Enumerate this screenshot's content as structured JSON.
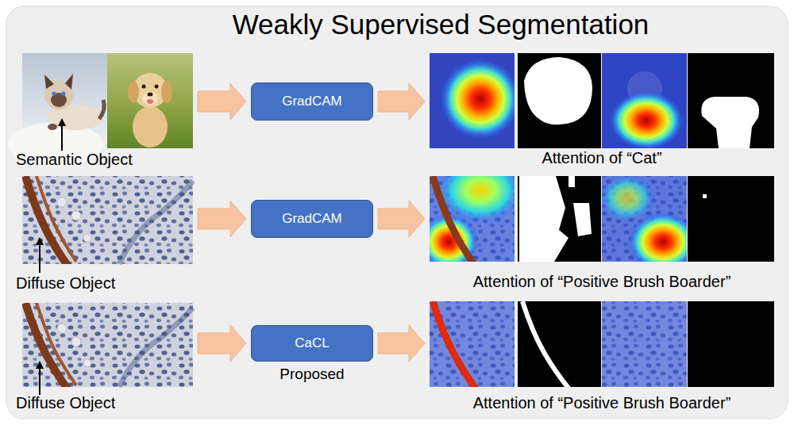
{
  "diagram": {
    "title": "Weakly Supervised Segmentation",
    "nodes": [
      {
        "text": [
          "Semantic Object"
        ]
      },
      {
        "text": [
          "GradCAM"
        ]
      },
      {
        "text": [
          "Attention of “Cat”"
        ]
      },
      {
        "text": [
          "Diffuse Object"
        ]
      },
      {
        "text": [
          "GradCAM"
        ]
      },
      {
        "text": [
          "Attention of “Positive Brush Boarder”"
        ]
      },
      {
        "text": [
          "Diffuse Object"
        ]
      },
      {
        "text": [
          "CaCL",
          "Proposed"
        ]
      },
      {
        "text": [
          "Attention of “Positive Brush Boarder”"
        ]
      }
    ],
    "edges": [
      {
        "from": 0,
        "to": 1,
        "arrow": "to"
      },
      {
        "from": 1,
        "to": 2,
        "arrow": "to"
      },
      {
        "from": 3,
        "to": 4,
        "arrow": "to"
      },
      {
        "from": 4,
        "to": 5,
        "arrow": "to"
      },
      {
        "from": 6,
        "to": 7,
        "arrow": "to"
      },
      {
        "from": 7,
        "to": 8,
        "arrow": "to"
      }
    ]
  }
}
